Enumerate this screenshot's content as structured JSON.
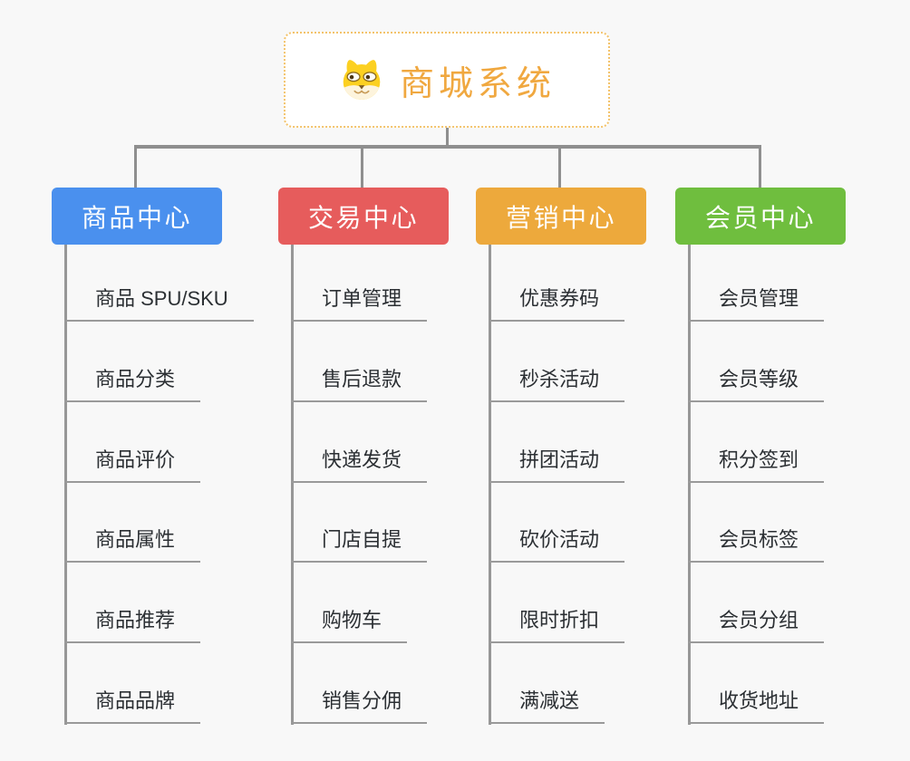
{
  "root": {
    "title": "商城系统",
    "icon": "dog-icon",
    "title_color": "#f0a840",
    "border_color": "#f3c36b"
  },
  "connector_color": "#8f8f8f",
  "branches": [
    {
      "label": "商品中心",
      "color": "#4a90ee",
      "items": [
        "商品 SPU/SKU",
        "商品分类",
        "商品评价",
        "商品属性",
        "商品推荐",
        "商品品牌"
      ]
    },
    {
      "label": "交易中心",
      "color": "#e65c5c",
      "items": [
        "订单管理",
        "售后退款",
        "快递发货",
        "门店自提",
        "购物车",
        "销售分佣"
      ]
    },
    {
      "label": "营销中心",
      "color": "#eda93c",
      "items": [
        "优惠券码",
        "秒杀活动",
        "拼团活动",
        "砍价活动",
        "限时折扣",
        "满减送"
      ]
    },
    {
      "label": "会员中心",
      "color": "#6fbe3e",
      "items": [
        "会员管理",
        "会员等级",
        "积分签到",
        "会员标签",
        "会员分组",
        "收货地址"
      ]
    }
  ]
}
